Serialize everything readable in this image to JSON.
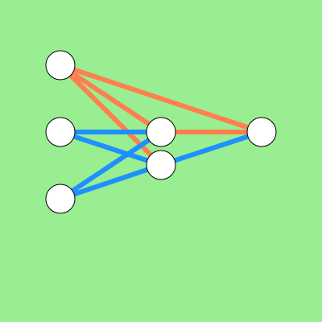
{
  "diagram": {
    "background_color": "#98ee90",
    "node_fill": "#ffffff",
    "node_stroke": "#000000",
    "colors": {
      "orange": "#ff7f50",
      "blue": "#1e90ff"
    },
    "nodes": [
      {
        "id": "n1"
      },
      {
        "id": "n2"
      },
      {
        "id": "n3"
      },
      {
        "id": "n4"
      },
      {
        "id": "n5"
      },
      {
        "id": "n6"
      }
    ],
    "edges": [
      {
        "from": "n1",
        "to": "n6",
        "color": "orange"
      },
      {
        "from": "n1",
        "to": "n4",
        "color": "orange"
      },
      {
        "from": "n1",
        "to": "n5",
        "color": "orange"
      },
      {
        "from": "n4",
        "to": "n6",
        "color": "orange"
      },
      {
        "from": "n2",
        "to": "n4",
        "color": "blue"
      },
      {
        "from": "n2",
        "to": "n5",
        "color": "blue"
      },
      {
        "from": "n3",
        "to": "n4",
        "color": "blue"
      },
      {
        "from": "n3",
        "to": "n5",
        "color": "blue"
      },
      {
        "from": "n5",
        "to": "n6",
        "color": "blue"
      }
    ]
  }
}
